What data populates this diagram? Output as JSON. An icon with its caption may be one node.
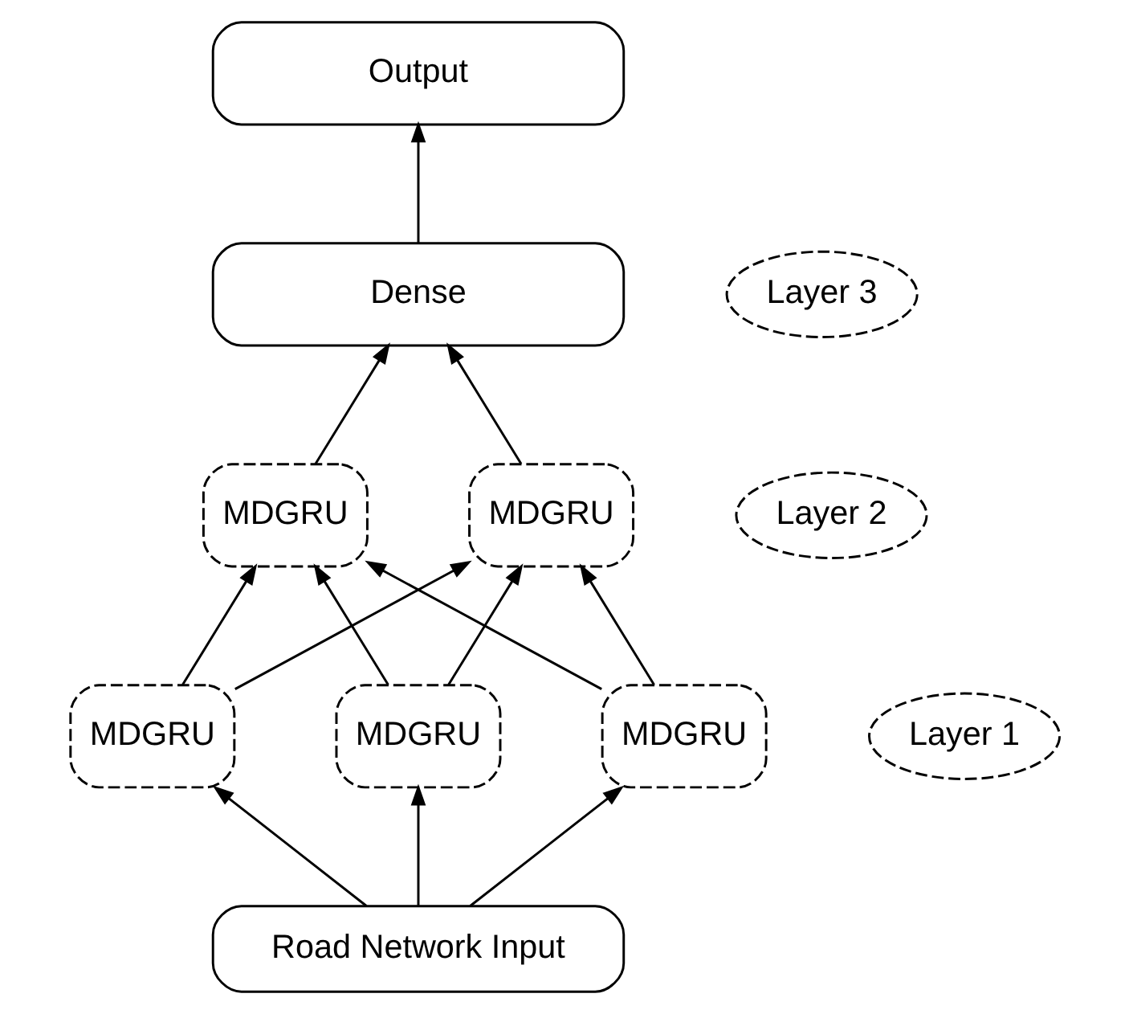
{
  "diagram": {
    "nodes": [
      {
        "text": [
          "Output"
        ]
      },
      {
        "text": [
          "Dense"
        ]
      },
      {
        "text": [
          "Layer 3"
        ]
      },
      {
        "text": [
          "Layer 2"
        ]
      },
      {
        "text": [
          "MDGRU"
        ]
      },
      {
        "text": [
          "MDGRU"
        ]
      },
      {
        "text": [
          "Layer 1"
        ]
      },
      {
        "text": [
          "MDGRU"
        ]
      },
      {
        "text": [
          "MDGRU"
        ]
      },
      {
        "text": [
          "MDGRU"
        ]
      },
      {
        "text": [
          "Road Network Input"
        ]
      }
    ],
    "edges": [
      {
        "from": 1,
        "to": 0,
        "arrow": "to"
      },
      {
        "from": 4,
        "to": 1,
        "arrow": "to"
      },
      {
        "from": 5,
        "to": 1,
        "arrow": "to"
      },
      {
        "from": 7,
        "to": 4,
        "arrow": "to"
      },
      {
        "from": 7,
        "to": 5,
        "arrow": "to"
      },
      {
        "from": 8,
        "to": 4,
        "arrow": "to"
      },
      {
        "from": 8,
        "to": 5,
        "arrow": "to"
      },
      {
        "from": 9,
        "to": 4,
        "arrow": "to"
      },
      {
        "from": 9,
        "to": 5,
        "arrow": "to"
      },
      {
        "from": 10,
        "to": 7,
        "arrow": "to"
      },
      {
        "from": 10,
        "to": 8,
        "arrow": "to"
      },
      {
        "from": 10,
        "to": 9,
        "arrow": "to"
      }
    ]
  }
}
